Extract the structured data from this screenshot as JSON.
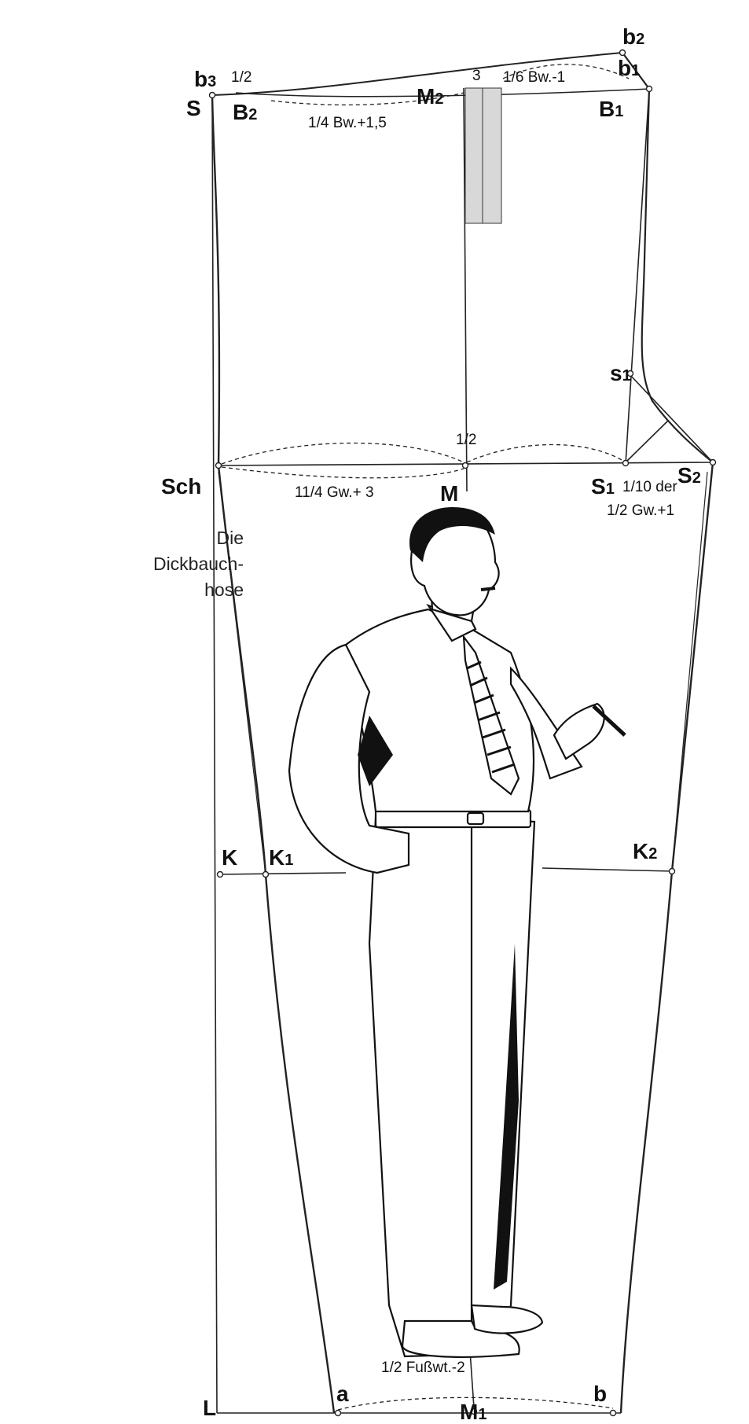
{
  "caption": {
    "line1": "Die",
    "line2": "Dickbauch-",
    "line3": "hose"
  },
  "points": {
    "b3": "b",
    "b3_sub": "3",
    "b2": "b",
    "b2_sub": "2",
    "b1": "b",
    "b1_sub": "1",
    "S": "S",
    "B2": "B",
    "B2_sub": "2",
    "M2": "M",
    "M2_sub": "2",
    "B1": "B",
    "B1_sub": "1",
    "s1": "s",
    "s1_sub": "1",
    "Sch": "Sch",
    "M": "M",
    "S1": "S",
    "S1_sub": "1",
    "S2": "S",
    "S2_sub": "2",
    "K": "K",
    "K1": "K",
    "K1_sub": "1",
    "K2": "K",
    "K2_sub": "2",
    "L": "L",
    "a": "a",
    "M1": "M",
    "M1_sub": "1",
    "b": "b"
  },
  "measurements": {
    "quarter_waist": "1/4 Bw.+1,5",
    "sixth_waist": "1/6 Bw.-1",
    "three": "3",
    "half_small": "1/2",
    "half_top": "1/2",
    "seat": "11/4 Gw.+ 3",
    "tenth": "1/10 der",
    "half_seat": "1/2 Gw.+1",
    "half_foot": "1/2 Fußwt.-2"
  }
}
